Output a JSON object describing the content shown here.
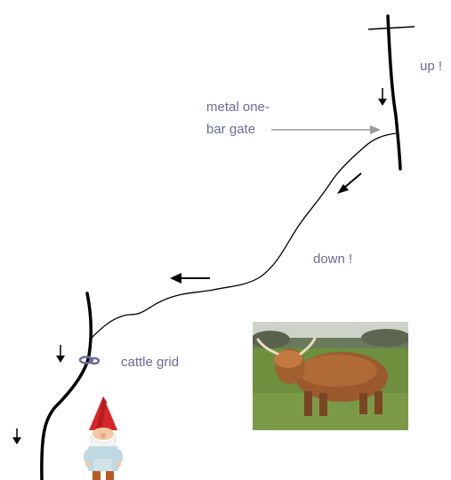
{
  "labels": {
    "up": "up !",
    "gate_line1": "metal one-",
    "gate_line2": "bar gate",
    "down": "down !",
    "cattle_grid": "cattle grid"
  },
  "colors": {
    "label_text": "#6b6b9a",
    "path_line": "#000000",
    "pointer_arrow": "#9a9a9a",
    "grid_marker": "#6e6e9c"
  },
  "icons": {
    "photo": "highland-cow-photo",
    "figure": "garden-gnome"
  }
}
